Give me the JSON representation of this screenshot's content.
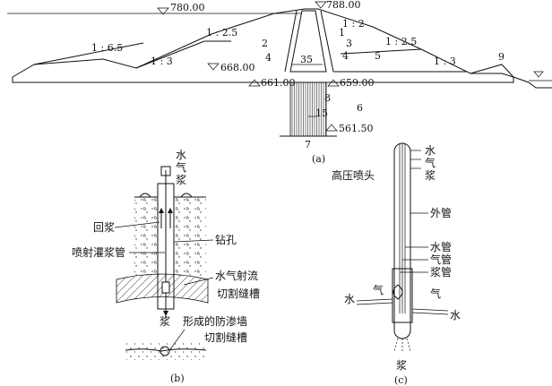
{
  "panel_a": {
    "caption": "(a)",
    "elevations": {
      "upstream_water": "780.00",
      "crest": "788.00",
      "berm": "668.00",
      "core_base_left": "661.00",
      "core_base_right": "659.00",
      "cutoff_bottom": "561.50"
    },
    "slopes": {
      "upstream_lower": "1 : 6.5",
      "upstream_mid": "1 : 3",
      "upstream_upper": "1 : 2.5",
      "downstream_upper": "1 : 2",
      "downstream_mid": "1 : 2.5",
      "downstream_lower": "1 : 3"
    },
    "dimensions": {
      "core_width": "35",
      "wall_width": "15"
    },
    "zone_numbers": [
      "1",
      "2",
      "3",
      "4",
      "4",
      "5",
      "6",
      "7",
      "8",
      "9"
    ]
  },
  "panel_b": {
    "caption": "(b)",
    "top_labels": [
      "水",
      "气",
      "浆"
    ],
    "return_grout": "回浆",
    "grout_pipe": "喷射灌浆管",
    "borehole": "钻孔",
    "water_gas_jet": "水气射流",
    "cut_slot": "切割缝槽",
    "bottom_grout": "浆",
    "wall_formed": "形成的防渗墙",
    "plan_slot": "切割缝槽"
  },
  "panel_c": {
    "caption": "(c)",
    "top_labels": [
      "水",
      "气",
      "浆"
    ],
    "nozzle": "高压喷头",
    "outer_pipe": "外管",
    "water_pipe": "水管",
    "gas_pipe": "气管",
    "grout_pipe": "浆管",
    "left_gas": "气",
    "left_water": "水",
    "right_gas": "气",
    "right_water": "水",
    "bottom_grout": "浆"
  }
}
